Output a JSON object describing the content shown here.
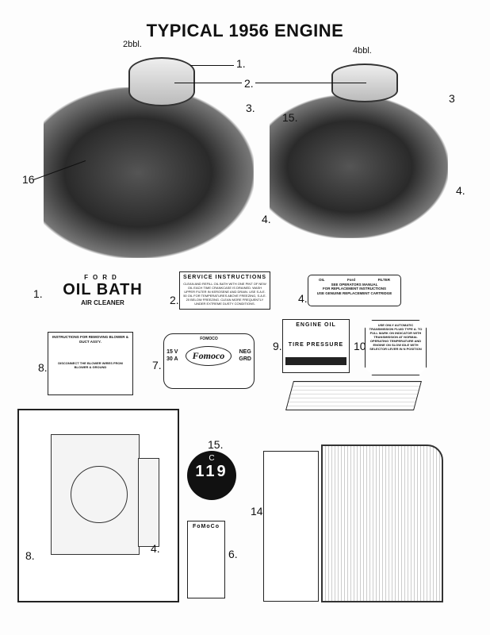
{
  "title": "TYPICAL 1956 ENGINE",
  "engines": {
    "left_label": "2bbl.",
    "right_label": "4bbl."
  },
  "callouts": {
    "left": [
      "1.",
      "2.",
      "3.",
      "4.",
      "16"
    ],
    "right": [
      "3",
      "15.",
      "4."
    ]
  },
  "decals": {
    "d1": {
      "num": "1.",
      "top": "FORD",
      "main": "OIL BATH",
      "bottom": "AIR CLEANER"
    },
    "d2": {
      "num": "2.",
      "heading": "SERVICE INSTRUCTIONS",
      "body": "CLEAN AND REFILL OIL BATH WITH ONE PINT OF NEW OIL EACH TIME CRANKCASE IS DRAINED. WASH UPPER FILTER IN KEROSENE AND DRAIN. USE S.A.E. 50 OIL FOR TEMPERATURES ABOVE FREEZING, S.A.E. 20 BELOW FREEZING. CLEAN MORE FREQUENTLY UNDER EXTREME DUSTY CONDITIONS."
    },
    "d4": {
      "num": "4.",
      "left": "OIL",
      "right": "FILTER",
      "logo": "Ford",
      "line1": "SEE OPERATORS MANUAL",
      "line2": "FOR REPLACEMENT INSTRUCTIONS",
      "line3": "USE GENUINE REPLACEMENT CARTRIDGE"
    },
    "d8": {
      "num": "8.",
      "heading": "INSTRUCTIONS FOR REMOVING BLOWER & DUCT ASS'Y.",
      "body": "DISCONNECT THE BLOWER WIRES FROM BLOWER & GROUND"
    },
    "d7": {
      "num": "7.",
      "heading": "FOMOCO",
      "left1": "15 V",
      "left2": "30 A",
      "right1": "NEG",
      "right2": "GRD",
      "logo": "Fomoco"
    },
    "d9": {
      "num": "9.",
      "heading": "ENGINE OIL",
      "sub": "TIRE PRESSURE"
    },
    "d10": {
      "num": "10.",
      "body": "USE ONLY AUTOMATIC TRANSMISSION FLUID TYPE A. TO FULL MARK ON INDICATOR WITH TRANSMISSION AT NORMAL OPERATING TEMPERATURE AND ENGINE ON SLOW IDLE WITH SELECTOR LEVER IN N POSITION"
    },
    "d15": {
      "num": "15.",
      "top": "C",
      "main": "119"
    },
    "d6": {
      "num": "6.",
      "heading": "FoMoCo"
    },
    "d14": {
      "num": "14."
    }
  },
  "bottom_callouts": [
    "8.",
    "4."
  ]
}
